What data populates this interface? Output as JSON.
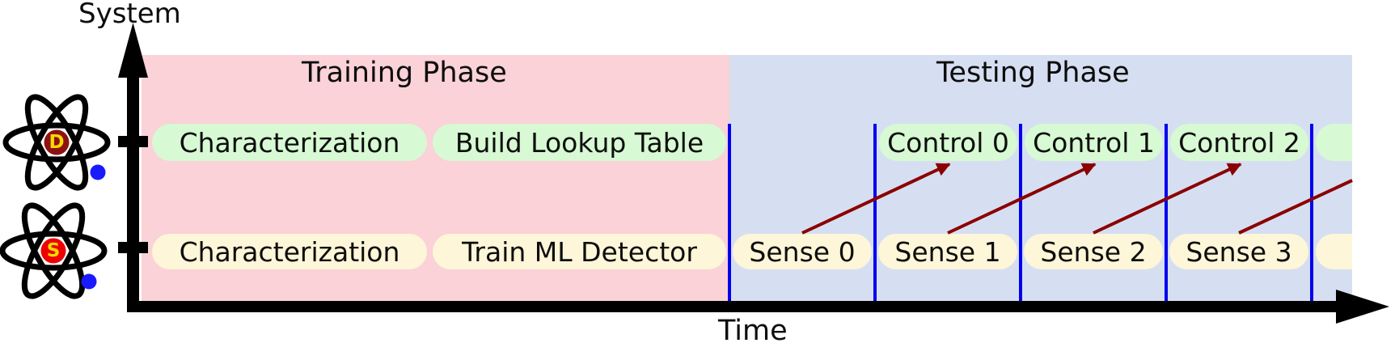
{
  "axes": {
    "y_label": "System",
    "x_label": "Time"
  },
  "phases": {
    "training": {
      "label": "Training Phase"
    },
    "testing": {
      "label": "Testing Phase"
    }
  },
  "rows": {
    "detector": {
      "atom_symbol": "D",
      "boxes": [
        {
          "label": "Characterization"
        },
        {
          "label": "Build Lookup Table"
        },
        {
          "label": "Control 0"
        },
        {
          "label": "Control 1"
        },
        {
          "label": "Control 2"
        },
        {
          "label": ""
        }
      ]
    },
    "sensor": {
      "atom_symbol": "S",
      "boxes": [
        {
          "label": "Characterization"
        },
        {
          "label": "Train ML Detector"
        },
        {
          "label": "Sense 0"
        },
        {
          "label": "Sense 1"
        },
        {
          "label": "Sense 2"
        },
        {
          "label": "Sense 3"
        },
        {
          "label": ""
        }
      ]
    }
  },
  "feedback_arrows": [
    {
      "from": "Sense 0",
      "to": "Control 0"
    },
    {
      "from": "Sense 1",
      "to": "Control 1"
    },
    {
      "from": "Sense 2",
      "to": "Control 2"
    },
    {
      "from": "Sense 3",
      "to": ""
    }
  ],
  "colors": {
    "training_bg": "#fad2d7",
    "testing_bg": "#d6dff1",
    "control_box_bg": "#d7f9d3",
    "sense_box_bg": "#fdf6d8",
    "segment_divider": "#0000ee",
    "feedback_arrow": "#8b0000",
    "axis": "#000000",
    "detector_nucleus": "#8d1111",
    "sensor_nucleus": "#ee0000",
    "nucleus_letter": "#f5d800",
    "electron": "#1a1aff"
  }
}
